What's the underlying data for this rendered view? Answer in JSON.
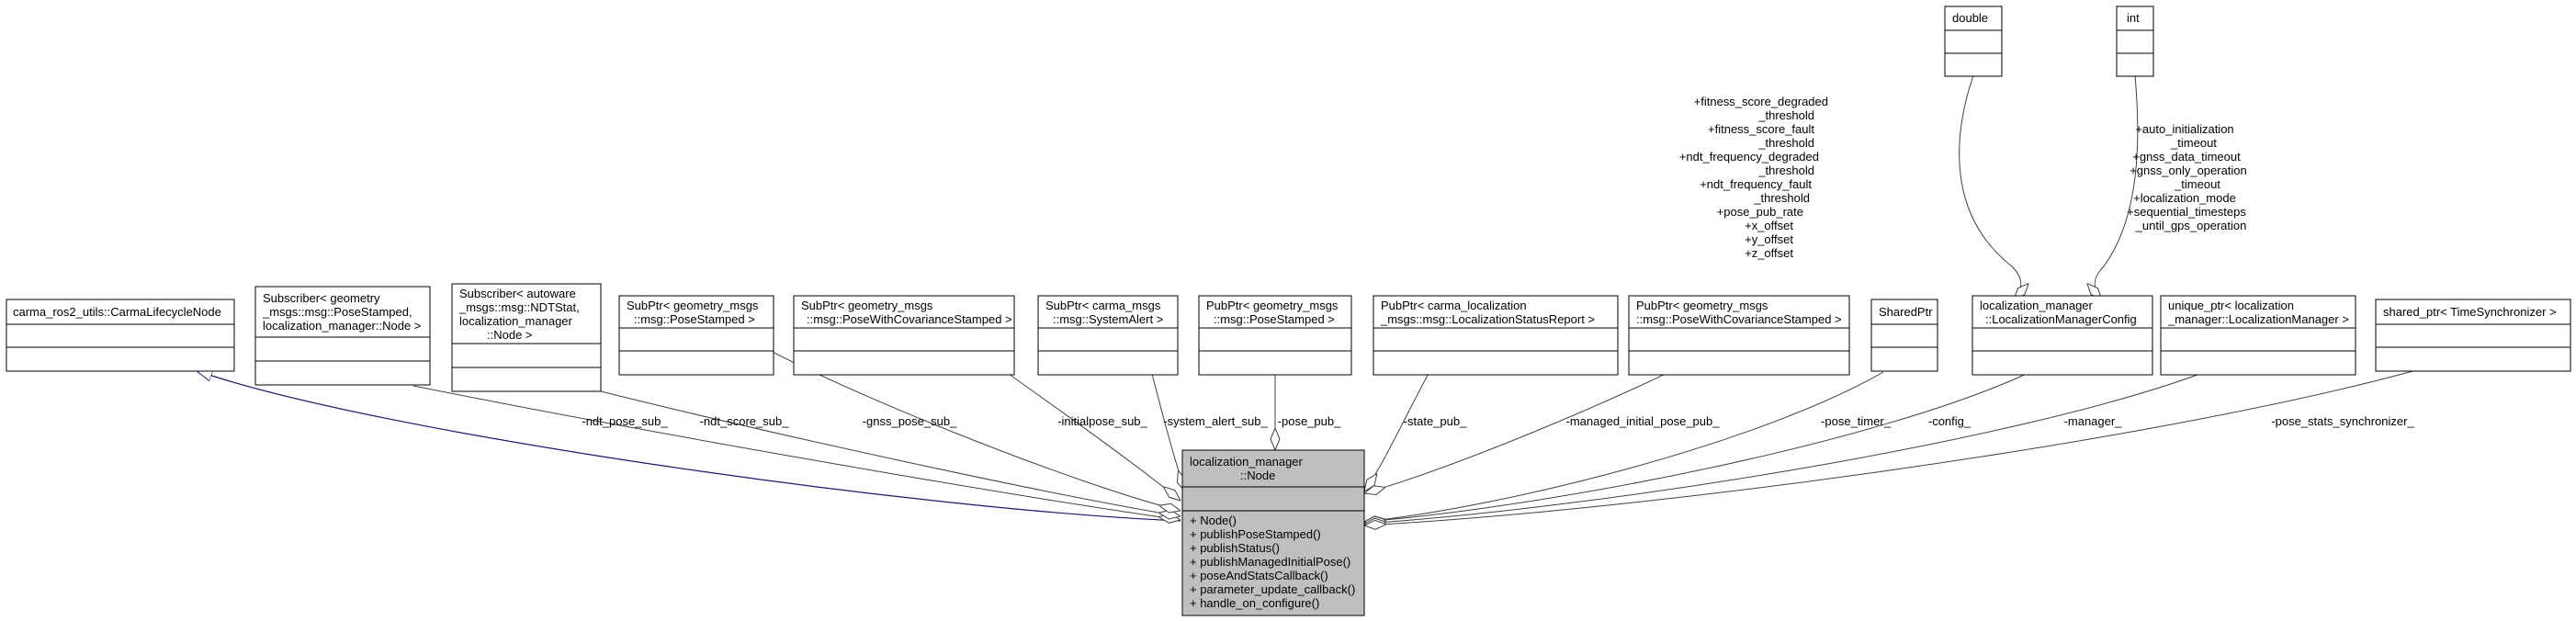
{
  "main_class": {
    "title_lines": [
      "localization_manager",
      "::Node"
    ],
    "methods": [
      "+ Node()",
      "+ publishPoseStamped()",
      "+ publishStatus()",
      "+ publishManagedInitialPose()",
      "+ poseAndStatsCallback()",
      "+ parameter_update_callback()",
      "+ handle_on_configure()"
    ],
    "fill": "#bfbfbf"
  },
  "classes": [
    {
      "id": "carma_lifecycle",
      "lines": [
        "carma_ros2_utils::CarmaLifecycleNode"
      ]
    },
    {
      "id": "sub_pose",
      "lines": [
        "Subscriber< geometry",
        "_msgs::msg::PoseStamped,",
        "localization_manager::Node >"
      ]
    },
    {
      "id": "sub_ndt",
      "lines": [
        "Subscriber< autoware",
        "_msgs::msg::NDTStat,",
        "localization_manager",
        "::Node >"
      ]
    },
    {
      "id": "subptr_pose",
      "lines": [
        "SubPtr< geometry_msgs",
        "::msg::PoseStamped >"
      ]
    },
    {
      "id": "subptr_pwcs",
      "lines": [
        "SubPtr< geometry_msgs",
        "::msg::PoseWithCovarianceStamped >"
      ]
    },
    {
      "id": "subptr_alert",
      "lines": [
        "SubPtr< carma_msgs",
        "::msg::SystemAlert >"
      ]
    },
    {
      "id": "pubptr_pose",
      "lines": [
        "PubPtr< geometry_msgs",
        "::msg::PoseStamped >"
      ]
    },
    {
      "id": "pubptr_status",
      "lines": [
        "PubPtr< carma_localization",
        "_msgs::msg::LocalizationStatusReport >"
      ]
    },
    {
      "id": "pubptr_pwcs",
      "lines": [
        "PubPtr< geometry_msgs",
        "::msg::PoseWithCovarianceStamped >"
      ]
    },
    {
      "id": "sharedptr",
      "lines": [
        "SharedPtr"
      ]
    },
    {
      "id": "config",
      "lines": [
        "localization_manager",
        "::LocalizationManagerConfig"
      ]
    },
    {
      "id": "unique_manager",
      "lines": [
        "unique_ptr< localization",
        "_manager::LocalizationManager >"
      ]
    },
    {
      "id": "shared_sync",
      "lines": [
        "shared_ptr< TimeSynchronizer >"
      ]
    },
    {
      "id": "double",
      "lines": [
        "double"
      ]
    },
    {
      "id": "int",
      "lines": [
        "int"
      ]
    }
  ],
  "edge_labels": {
    "ndt_pose_sub": "-ndt_pose_sub_",
    "ndt_score_sub": "-ndt_score_sub_",
    "gnss_pose_sub": "-gnss_pose_sub_",
    "initialpose_sub": "-initialpose_sub_",
    "system_alert_sub": "-system_alert_sub_",
    "pose_pub": "-pose_pub_",
    "state_pub": "-state_pub_",
    "managed_initial_pose_pub": "-managed_initial_pose_pub_",
    "pose_timer": "-pose_timer_",
    "config": "-config_",
    "manager": "-manager_",
    "pose_stats_synchronizer": "-pose_stats_synchronizer_"
  },
  "double_members": [
    "+fitness_score_degraded",
    "_threshold",
    "+fitness_score_fault",
    "_threshold",
    "+ndt_frequency_degraded",
    "_threshold",
    "+ndt_frequency_fault",
    "_threshold",
    "+pose_pub_rate",
    "+x_offset",
    "+y_offset",
    "+z_offset"
  ],
  "int_members": [
    "+auto_initialization",
    "_timeout",
    "+gnss_data_timeout",
    "+gnss_only_operation",
    "_timeout",
    "+localization_mode",
    "+sequential_timesteps",
    "_until_gps_operation"
  ],
  "colors": {
    "inheritance_edge": "#191970",
    "edge": "#404040",
    "box_stroke": "#000000"
  }
}
